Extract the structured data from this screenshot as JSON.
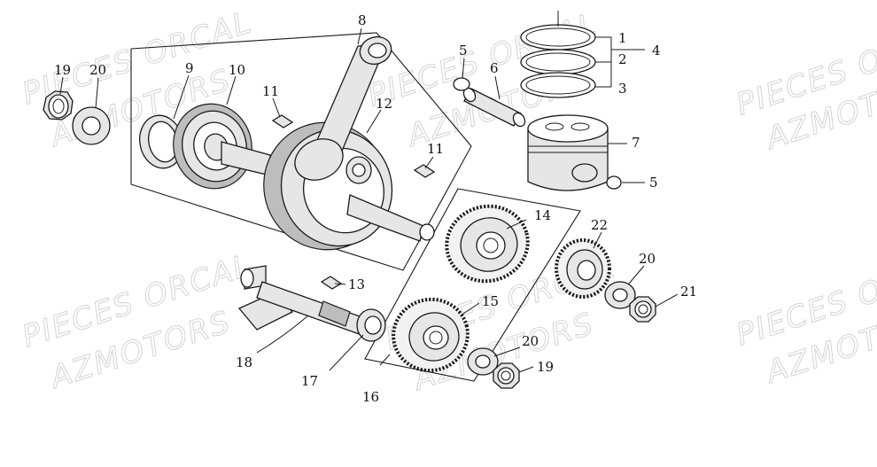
{
  "watermarks": [
    {
      "text": "PIECES ORCAL"
    },
    {
      "text": "AZMOTORS"
    },
    {
      "text": "PIECES ORCAL"
    },
    {
      "text": "AZMOTORS"
    },
    {
      "text": "PIECES ORCAL"
    },
    {
      "text": "AZMOTORS"
    },
    {
      "text": "PIECES ORCAL"
    },
    {
      "text": "AZMOTORS"
    },
    {
      "text": "PIECES O"
    },
    {
      "text": "AZMOT"
    },
    {
      "text": "PIECES O"
    },
    {
      "text": "AZMOT"
    }
  ],
  "callouts": {
    "c1": "1",
    "c2": "2",
    "c3": "3",
    "c4": "4",
    "c5a": "5",
    "c5b": "5",
    "c6": "6",
    "c7": "7",
    "c8": "8",
    "c9": "9",
    "c10": "10",
    "c11a": "11",
    "c11b": "11",
    "c12": "12",
    "c13": "13",
    "c14": "14",
    "c15": "15",
    "c16": "16",
    "c17": "17",
    "c18": "18",
    "c19a": "19",
    "c19b": "19",
    "c20a": "20",
    "c20b": "20",
    "c20c": "20",
    "c21": "21",
    "c22": "22"
  }
}
